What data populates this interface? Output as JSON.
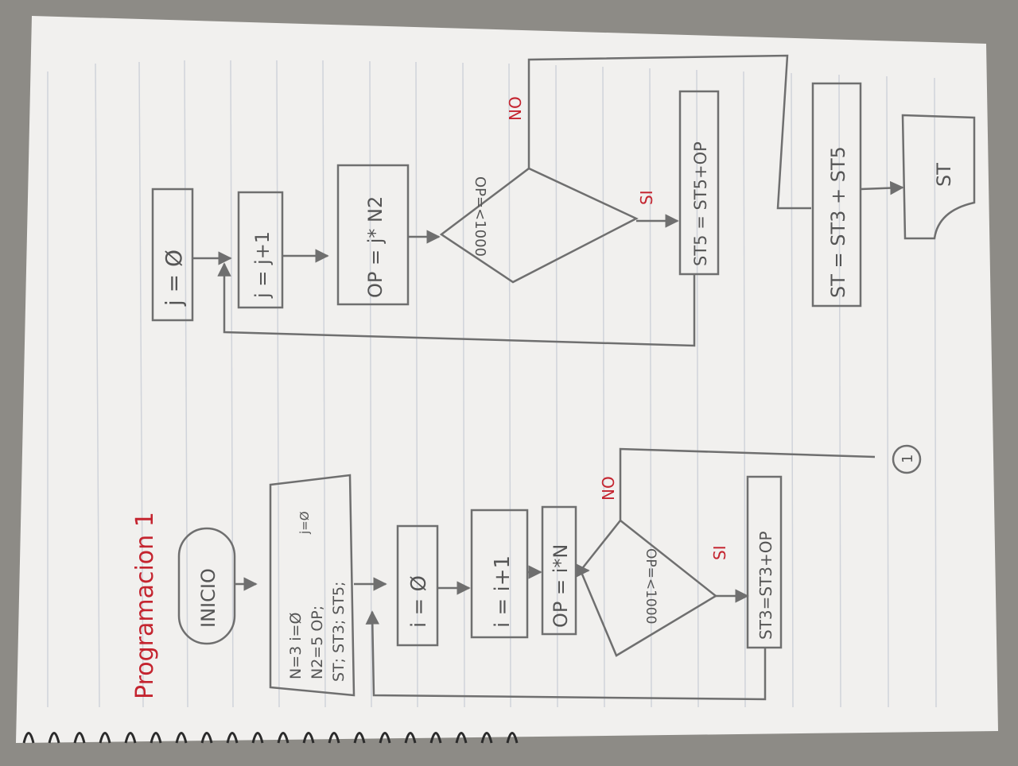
{
  "title": "Programacion 1",
  "colors": {
    "pencil": "#6f6f6f",
    "red_ink": "#c4242f",
    "paper": "#f1f0ee",
    "rule": "#c9cdd6"
  },
  "flow1": {
    "start": "INICIO",
    "input_lines": [
      "N=3   i=Ø",
      "N2=5   OP;",
      "ST;  ST3;  ST5;"
    ],
    "input_extra": "j=Ø",
    "init_i": "i = Ø",
    "inc_i": "i = i+1",
    "op_i": "OP = i*N",
    "condition": "OP=<1000",
    "yes": "SI",
    "no": "NO",
    "accumulate": "ST3=ST3+OP",
    "connector": "1"
  },
  "flow2": {
    "init_j": "j = Ø",
    "inc_j": "j = j+1",
    "op_j": "OP = j* N2",
    "condition": "OP=<1000",
    "yes": "SI",
    "no": "NO",
    "accumulate": "ST5 = ST5+OP",
    "total": "ST = ST3 + ST5",
    "output": "ST"
  }
}
